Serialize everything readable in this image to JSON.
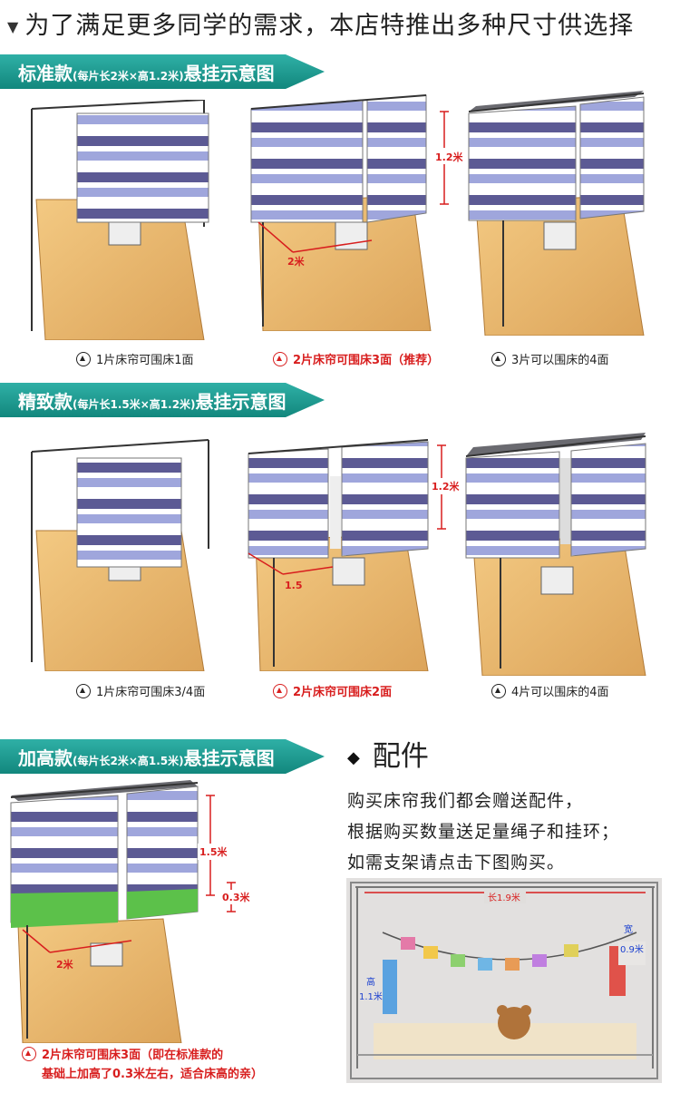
{
  "page_title": "为了满足更多同学的需求，本店特推出多种尺寸供选择",
  "sections": [
    {
      "name_main": "标准款",
      "name_spec": "(每片长2米×高1.2米)",
      "name_tail": "悬挂示意图",
      "captions": [
        "1片床帘可围床1面",
        "2片床帘可围床3面（推荐）",
        "3片可以围床的4面"
      ],
      "dim_height": "1.2米",
      "dim_width": "2米"
    },
    {
      "name_main": "精致款",
      "name_spec": "(每片长1.5米×高1.2米)",
      "name_tail": "悬挂示意图",
      "captions": [
        "1片床帘可围床3/4面",
        "2片床帘可围床2面",
        "4片可以围床的4面"
      ],
      "dim_height": "1.2米",
      "dim_width": "1.5"
    },
    {
      "name_main": "加高款",
      "name_spec": "(每片长2米×高1.5米)",
      "name_tail": "悬挂示意图",
      "caption_line1": "2片床帘可围床3面（即在标准款的",
      "caption_line2": "基础上加高了0.3米左右，适合床高的亲）",
      "dim_height": "1.5米",
      "dim_extra": "0.3米",
      "dim_width": "2米"
    }
  ],
  "accessories": {
    "title": "配件",
    "lines": [
      "购买床帘我们都会赠送配件，",
      "根据购买数量送足量绳子和挂环；",
      "如需支架请点击下图购买。"
    ],
    "photo_labels": {
      "length": "长1.9米",
      "width_label": "宽",
      "width_value": "0.9米",
      "height_label": "高",
      "height_value": "1.1米"
    }
  },
  "colors": {
    "header_green": "#12877d",
    "stripe_dark": "#5c5a94",
    "stripe_light": "#9fa6dc",
    "wood": "#e8b86a",
    "red": "#d81e1e"
  }
}
